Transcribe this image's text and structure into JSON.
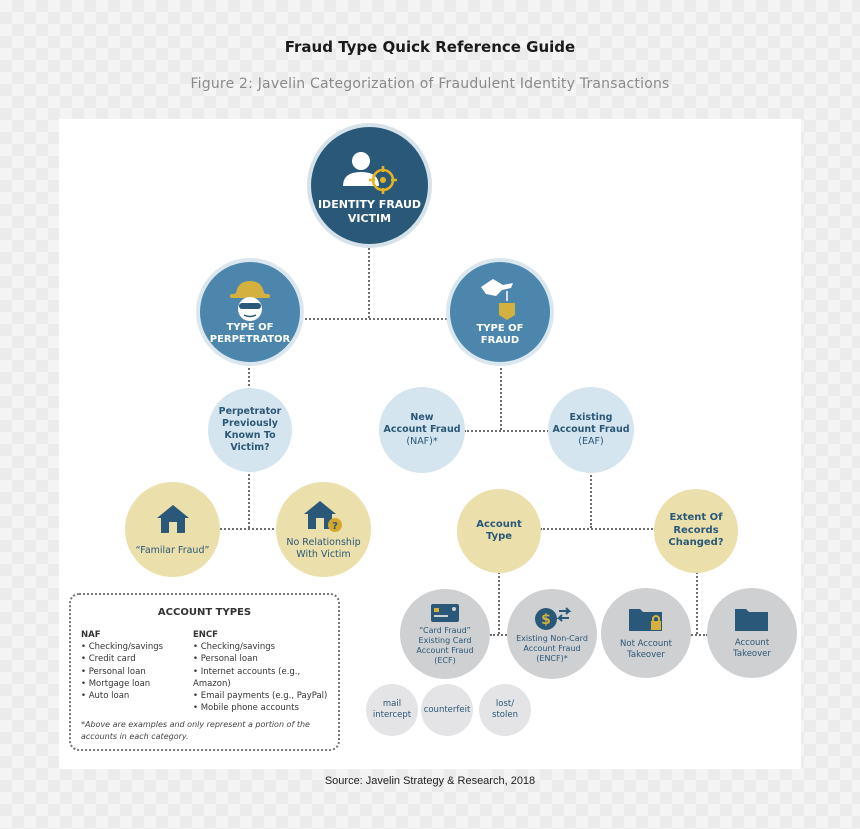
{
  "header": {
    "title": "Fraud Type Quick Reference Guide",
    "subtitle": "Figure 2: Javelin Categorization of Fraudulent Identity Transactions"
  },
  "source": "Source: Javelin Strategy & Research, 2018",
  "colors": {
    "dark_blue": "#2a5878",
    "mid_blue": "#4c86ad",
    "light_blue": "#d5e5ef",
    "tan": "#ebe0ac",
    "grey": "#cfd0d2",
    "gold": "#c9a227"
  },
  "nodes": {
    "root": {
      "label": "IDENTITY FRAUD\nVICTIM",
      "icon": "person-target-icon"
    },
    "perpetrator": {
      "label": "TYPE OF\nPERPETRATOR",
      "icon": "masked-person-hat-icon"
    },
    "fraud": {
      "label": "TYPE OF\nFRAUD",
      "icon": "hand-dropping-coin-icon"
    },
    "known": {
      "label": "Perpetrator\nPreviously\nKnown To\nVictim?"
    },
    "familiar": {
      "label": "“Familar Fraud”",
      "icon": "house-icon"
    },
    "no_relationship": {
      "label": "No Relationship\nWith Victim",
      "icon": "house-question-icon"
    },
    "naf": {
      "label": "New\nAccount Fraud",
      "abbr": "(NAF)*"
    },
    "eaf": {
      "label": "Existing\nAccount Fraud",
      "abbr": "(EAF)"
    },
    "account_type": {
      "label": "Account\nType"
    },
    "extent": {
      "label": "Extent Of\nRecords\nChanged?"
    },
    "ecf": {
      "label": "“Card Fraud”\nExisting Card\nAccount Fraud\n(ECF)",
      "icon": "credit-card-icon"
    },
    "encf": {
      "label": "Existing Non-Card\nAccount Fraud\n(ENCF)*",
      "icon": "dollar-transfer-icon"
    },
    "not_takeover": {
      "label": "Not Account\nTakeover",
      "icon": "folder-lock-icon"
    },
    "takeover": {
      "label": "Account\nTakeover",
      "icon": "folder-icon"
    },
    "mail": {
      "label": "mail\nintercept"
    },
    "counterfeit": {
      "label": "counterfeit"
    },
    "lost": {
      "label": "lost/\nstolen"
    }
  },
  "account_types": {
    "title": "ACCOUNT TYPES",
    "naf": {
      "heading": "NAF",
      "items": [
        "Checking/savings",
        "Credit card",
        "Personal loan",
        "Mortgage loan",
        "Auto loan"
      ]
    },
    "encf": {
      "heading": "ENCF",
      "items": [
        "Checking/savings",
        "Personal loan",
        "Internet accounts (e.g., Amazon)",
        "Email payments (e.g., PayPal)",
        "Mobile phone accounts"
      ]
    },
    "footnote": "*Above are examples and only represent a portion of the accounts in each category."
  }
}
